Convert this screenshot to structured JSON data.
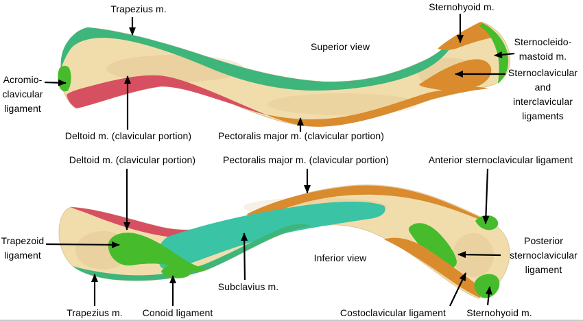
{
  "figure": {
    "subject": "Clavicle muscle and ligament attachment sites, superior and inferior views",
    "background": "#ffffff"
  },
  "colors": {
    "bone": "#f1ddac",
    "bone_shade": "#d9b47c",
    "green_band": "#3eb57b",
    "green_patch": "#46bc2d",
    "red": "#d75061",
    "orange": "#d98b2d",
    "teal": "#3ac3a5",
    "text": "#000000"
  },
  "labels": {
    "trapezius_superior": "Trapezius m.",
    "sternohyoid_superior": "Sternohyoid m.",
    "superior_view": "Superior view",
    "sternocleidomastoid": "Sternocleido-\nmastoid m.",
    "sternoclavicular_interclavicular": "Sternoclavicular\nand\ninterclavicular\nligaments",
    "acromioclavicular": "Acromio-\nclavicular\nligament",
    "deltoid_superior": "Deltoid m. (clavicular portion)",
    "pectoralis_superior": "Pectoralis major m. (clavicular portion)",
    "deltoid_inferior": "Deltoid m. (clavicular portion)",
    "pectoralis_inferior": "Pectoralis major m. (clavicular portion)",
    "anterior_sternoclavicular": "Anterior sternoclavicular ligament",
    "trapezoid": "Trapezoid\nligament",
    "inferior_view": "Inferior view",
    "posterior_sternoclavicular": "Posterior\nsternoclavicular\nligament",
    "subclavius": "Subclavius m.",
    "trapezius_inferior": "Trapezius m.",
    "conoid": "Conoid ligament",
    "costoclavicular": "Costoclavicular ligament",
    "sternohyoid_inferior": "Sternohyoid m."
  },
  "regions": [
    {
      "view": "superior",
      "structure": "Trapezius m.",
      "color": "#3eb57b"
    },
    {
      "view": "superior",
      "structure": "Acromioclavicular ligament",
      "color": "#46bc2d"
    },
    {
      "view": "superior",
      "structure": "Deltoid m. (clavicular portion)",
      "color": "#d75061"
    },
    {
      "view": "superior",
      "structure": "Pectoralis major m. (clavicular portion)",
      "color": "#d98b2d"
    },
    {
      "view": "superior",
      "structure": "Sternohyoid m.",
      "color": "#d98b2d"
    },
    {
      "view": "superior",
      "structure": "Sternoclavicular and interclavicular ligaments",
      "color": "#d98b2d"
    },
    {
      "view": "superior",
      "structure": "Sternocleidomastoid m.",
      "color": "#46bc2d"
    },
    {
      "view": "inferior",
      "structure": "Deltoid m. (clavicular portion)",
      "color": "#d75061"
    },
    {
      "view": "inferior",
      "structure": "Pectoralis major m. (clavicular portion)",
      "color": "#d98b2d"
    },
    {
      "view": "inferior",
      "structure": "Trapezius m.",
      "color": "#3eb57b"
    },
    {
      "view": "inferior",
      "structure": "Subclavius m.",
      "color": "#3ac3a5"
    },
    {
      "view": "inferior",
      "structure": "Trapezoid ligament",
      "color": "#46bc2d"
    },
    {
      "view": "inferior",
      "structure": "Conoid ligament",
      "color": "#46bc2d"
    },
    {
      "view": "inferior",
      "structure": "Anterior sternoclavicular ligament",
      "color": "#46bc2d"
    },
    {
      "view": "inferior",
      "structure": "Posterior sternoclavicular ligament",
      "color": "#46bc2d"
    },
    {
      "view": "inferior",
      "structure": "Costoclavicular ligament",
      "color": "#d98b2d"
    },
    {
      "view": "inferior",
      "structure": "Sternohyoid m.",
      "color": "#46bc2d"
    }
  ]
}
